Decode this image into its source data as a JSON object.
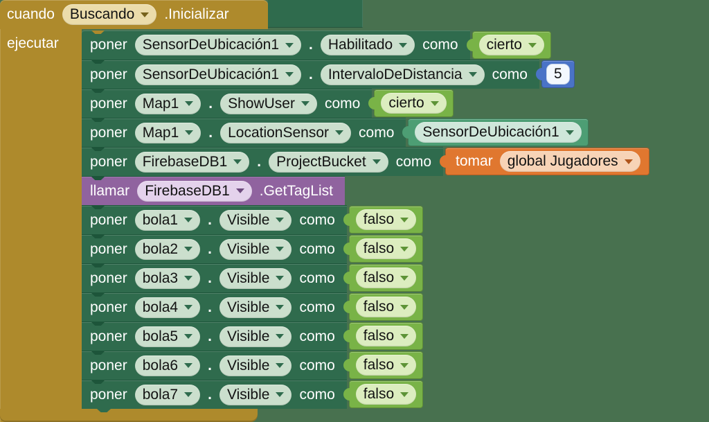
{
  "colors": {
    "workspace_background": "#48714F",
    "event_block_gold": "#AE8A2C",
    "setter_block_green": "#2F6B4D",
    "call_block_purple": "#90639F",
    "logic_block_green": "#79B347",
    "number_block_blue": "#4A73C7",
    "component_block_teal": "#4D9E74",
    "variable_block_orange": "#E0772F",
    "dropdown_mint": "#CBDFCD",
    "dropdown_tan": "#EBDCAB"
  },
  "event": {
    "keyword": "cuando",
    "component": "Buscando",
    "event_suffix": ".Inicializar",
    "do_label": "ejecutar"
  },
  "keywords": {
    "set": "poner",
    "as": "como",
    "call": "llamar",
    "get": "tomar",
    "dot": "."
  },
  "statements": [
    {
      "kind": "set",
      "component": "SensorDeUbicación1",
      "property": "Habilitado",
      "value": {
        "type": "logic",
        "label": "cierto"
      }
    },
    {
      "kind": "set",
      "component": "SensorDeUbicación1",
      "property": "IntervaloDeDistancia",
      "value": {
        "type": "number",
        "label": "5"
      }
    },
    {
      "kind": "set",
      "component": "Map1",
      "property": "ShowUser",
      "value": {
        "type": "logic",
        "label": "cierto"
      }
    },
    {
      "kind": "set",
      "component": "Map1",
      "property": "LocationSensor",
      "value": {
        "type": "component",
        "label": "SensorDeUbicación1"
      }
    },
    {
      "kind": "set",
      "component": "FirebaseDB1",
      "property": "ProjectBucket",
      "value": {
        "type": "variable",
        "label": "global Jugadores"
      }
    },
    {
      "kind": "call",
      "component": "FirebaseDB1",
      "method": ".GetTagList"
    },
    {
      "kind": "set",
      "component": "bola1",
      "property": "Visible",
      "value": {
        "type": "logic",
        "label": "falso"
      }
    },
    {
      "kind": "set",
      "component": "bola2",
      "property": "Visible",
      "value": {
        "type": "logic",
        "label": "falso"
      }
    },
    {
      "kind": "set",
      "component": "bola3",
      "property": "Visible",
      "value": {
        "type": "logic",
        "label": "falso"
      }
    },
    {
      "kind": "set",
      "component": "bola4",
      "property": "Visible",
      "value": {
        "type": "logic",
        "label": "falso"
      }
    },
    {
      "kind": "set",
      "component": "bola5",
      "property": "Visible",
      "value": {
        "type": "logic",
        "label": "falso"
      }
    },
    {
      "kind": "set",
      "component": "bola6",
      "property": "Visible",
      "value": {
        "type": "logic",
        "label": "falso"
      }
    },
    {
      "kind": "set",
      "component": "bola7",
      "property": "Visible",
      "value": {
        "type": "logic",
        "label": "falso"
      }
    }
  ]
}
